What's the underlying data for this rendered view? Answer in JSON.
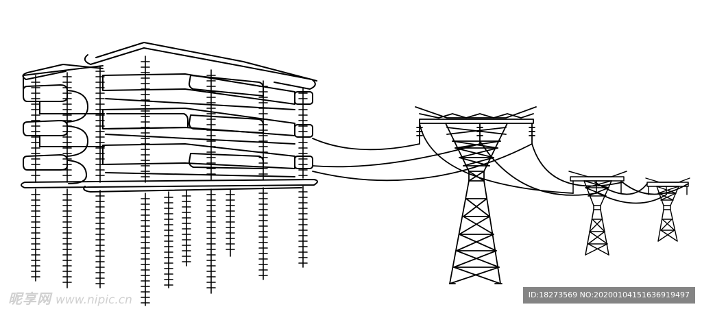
{
  "illustration": {
    "subject": "high-voltage-substation-and-transmission-towers",
    "stroke_color": "#000000",
    "background_color": "#ffffff"
  },
  "watermark": {
    "logo_text": "昵享网",
    "site_url": "www.nipic.cn",
    "id_text": "ID:18273569 NO:20200104151636919497"
  }
}
